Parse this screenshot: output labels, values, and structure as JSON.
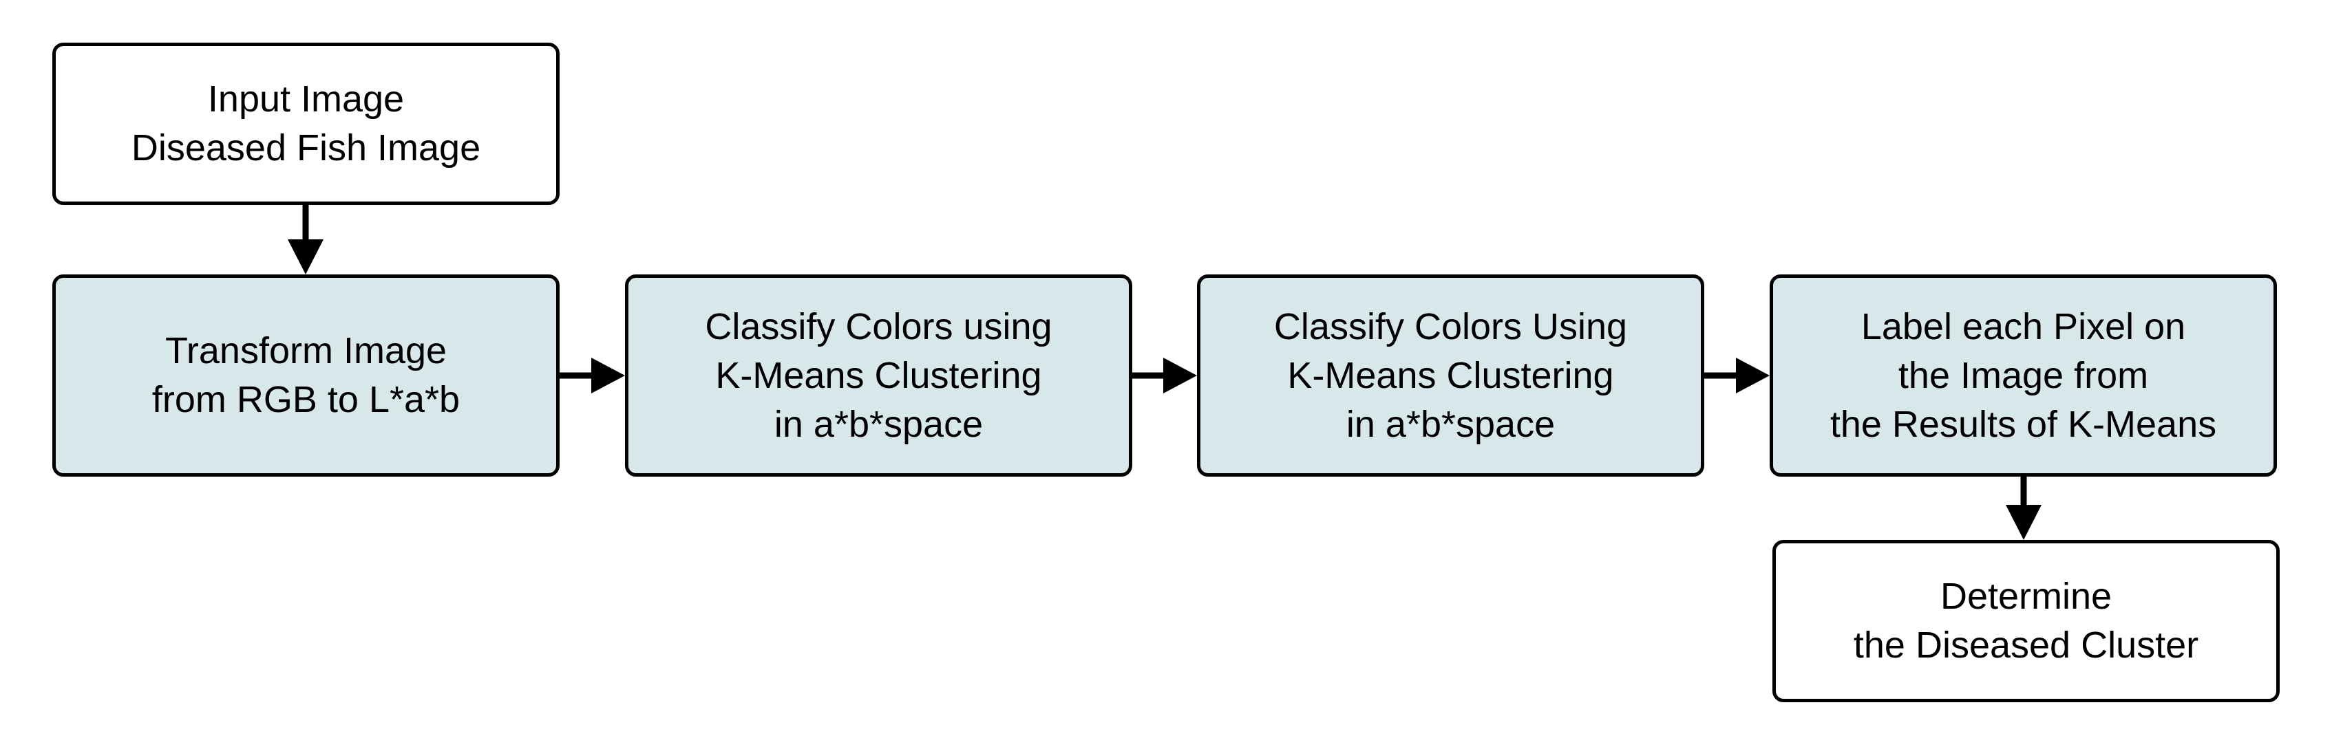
{
  "nodes": {
    "input": {
      "lines": [
        "Input Image",
        "Diseased Fish Image"
      ],
      "fill": "#ffffff"
    },
    "transform": {
      "lines": [
        "Transform Image",
        "from RGB to L*a*b"
      ],
      "fill": "#d8e8ea"
    },
    "classify1": {
      "lines": [
        "Classify Colors using",
        "K-Means Clustering",
        "in a*b*space"
      ],
      "fill": "#d8e8ea"
    },
    "classify2": {
      "lines": [
        "Classify Colors Using",
        "K-Means Clustering",
        "in a*b*space"
      ],
      "fill": "#d8e8ea"
    },
    "label": {
      "lines": [
        "Label each Pixel on",
        "the Image from",
        "the Results of K-Means"
      ],
      "fill": "#d8e8ea"
    },
    "determine": {
      "lines": [
        "Determine",
        "the Diseased Cluster"
      ],
      "fill": "#ffffff"
    }
  },
  "edges": [
    {
      "from": "input",
      "to": "transform"
    },
    {
      "from": "transform",
      "to": "classify1"
    },
    {
      "from": "classify1",
      "to": "classify2"
    },
    {
      "from": "classify2",
      "to": "label"
    },
    {
      "from": "label",
      "to": "determine"
    }
  ],
  "colors": {
    "stroke": "#000000",
    "process_fill": "#d8e8ea",
    "terminal_fill": "#ffffff"
  }
}
